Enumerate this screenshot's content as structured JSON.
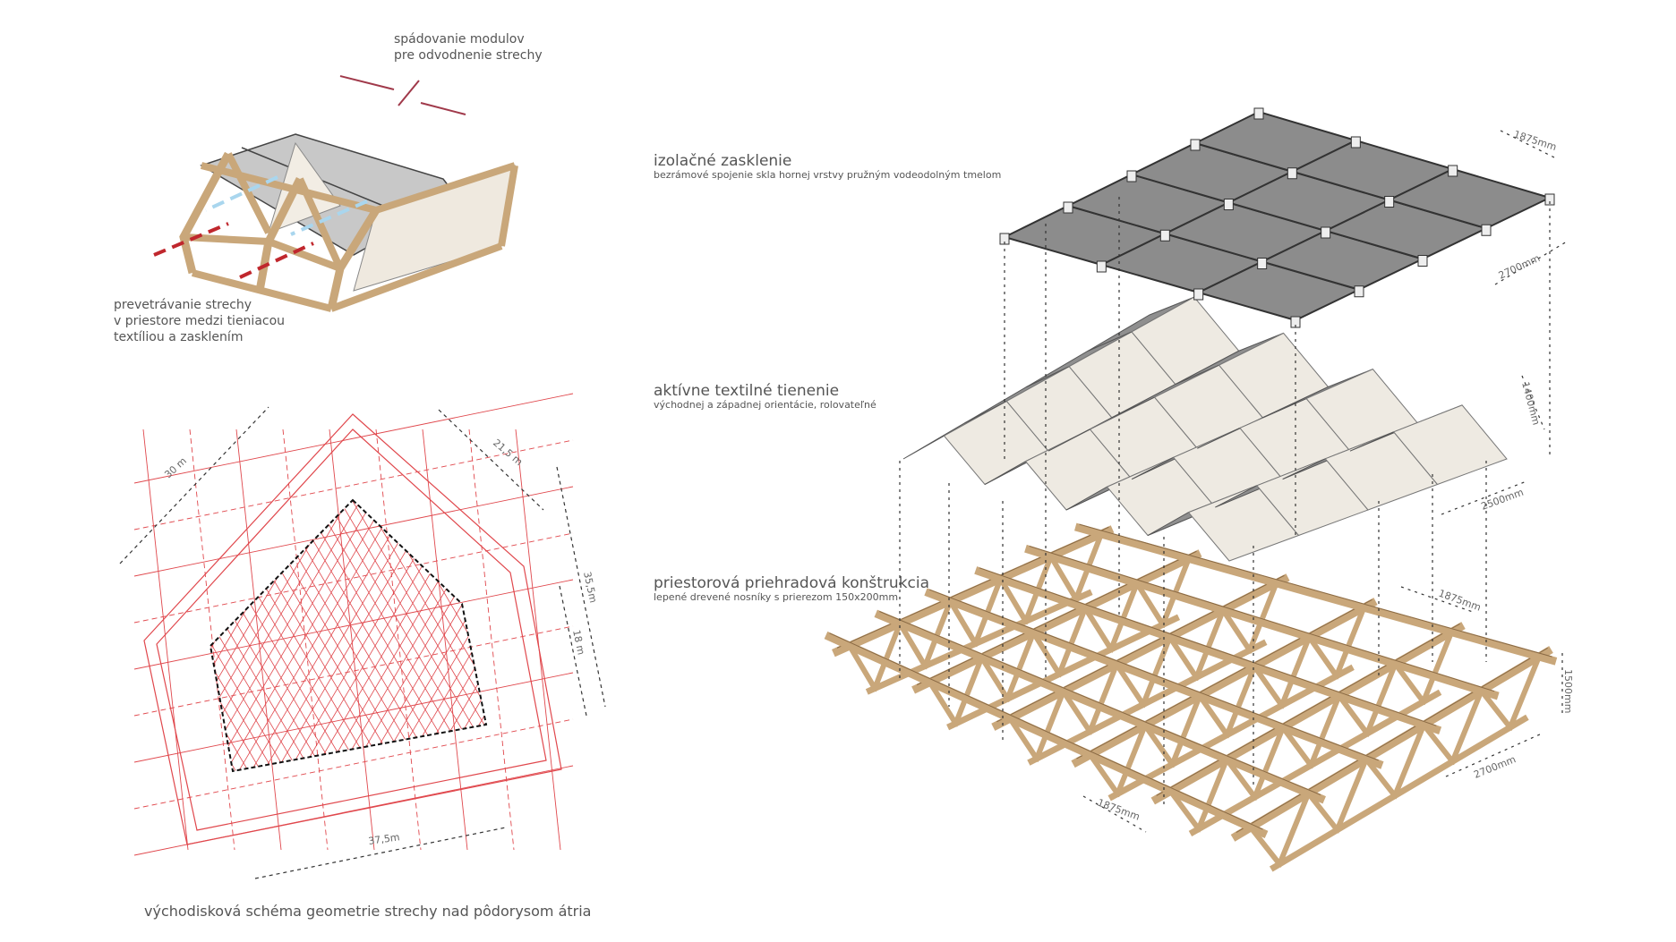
{
  "top_sketch": {
    "label_drainage": [
      "spádovanie modulov",
      "pre odvodnenie strechy"
    ],
    "label_ventilation": [
      "prevetrávanie strechy",
      "v priestore medzi tieniacou",
      "textíliou a zasklením"
    ]
  },
  "layers": [
    {
      "title": "izolačné zasklenie",
      "subtitle": "bezrámové spojenie skla hornej vrstvy pružným vodeodolným tmelom"
    },
    {
      "title": "aktívne textilné tienenie",
      "subtitle": "východnej a západnej orientácie, rolovateľné"
    },
    {
      "title": "priestorová priehradová konštrukcia",
      "subtitle": "lepené drevené nosníky s prierezom 150x200mm"
    }
  ],
  "dimensions": {
    "glass_module": "1875mm",
    "glass_span": "2700mm",
    "textile_height": "1400mm",
    "textile_width": "2500mm",
    "truss_module_top": "1875mm",
    "truss_height": "1500mm",
    "truss_span": "2700mm",
    "truss_module_bottom": "1875mm"
  },
  "plan": {
    "dim_30": "30 m",
    "dim_21_5": "21,5 m",
    "dim_35_5": "35,5m",
    "dim_18": "18 m",
    "dim_37_5": "37,5m",
    "caption": "východisková schéma geometrie strechy nad pôdorysom átria"
  },
  "colors": {
    "wood": "#c9a77a",
    "wood_dark": "#8a6a44",
    "glass": "#8c8c8c",
    "textile": "#eeeae2",
    "plan_red": "#e0474c",
    "arrow_red": "#c0272d",
    "arrow_blue": "#a9d6ee"
  }
}
